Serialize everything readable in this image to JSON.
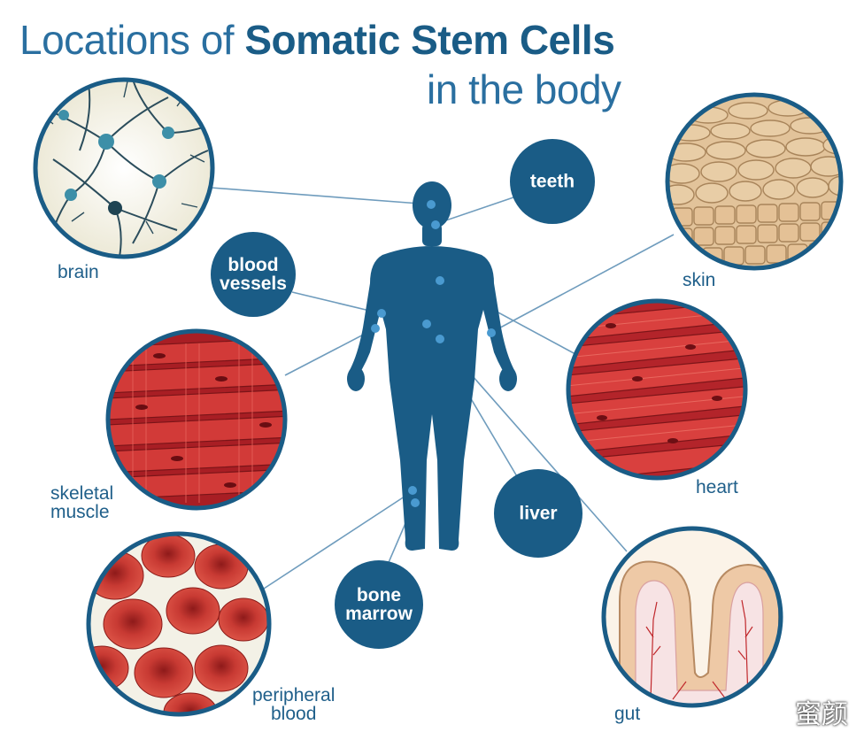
{
  "title": {
    "prefix": "Locations of ",
    "bold": "Somatic Stem Cells",
    "line2": "in the body"
  },
  "tissues": {
    "brain": "brain",
    "skin": "skin",
    "heart": "heart",
    "skeletal_muscle_1": "skeletal",
    "skeletal_muscle_2": "muscle",
    "peripheral_blood_1": "peripheral",
    "peripheral_blood_2": "blood",
    "gut": "gut"
  },
  "bubbles": {
    "teeth": "teeth",
    "blood_vessels_1": "blood",
    "blood_vessels_2": "vessels",
    "liver": "liver",
    "bone_marrow_1": "bone",
    "bone_marrow_2": "marrow"
  },
  "watermark": "蜜颜",
  "colors": {
    "body": "#1a5c86",
    "line": "#6f9cbd",
    "muscle": "#c42a2f",
    "skin": "#e2c39a",
    "blood": "#c3302b",
    "gut": "#eec9a6"
  }
}
